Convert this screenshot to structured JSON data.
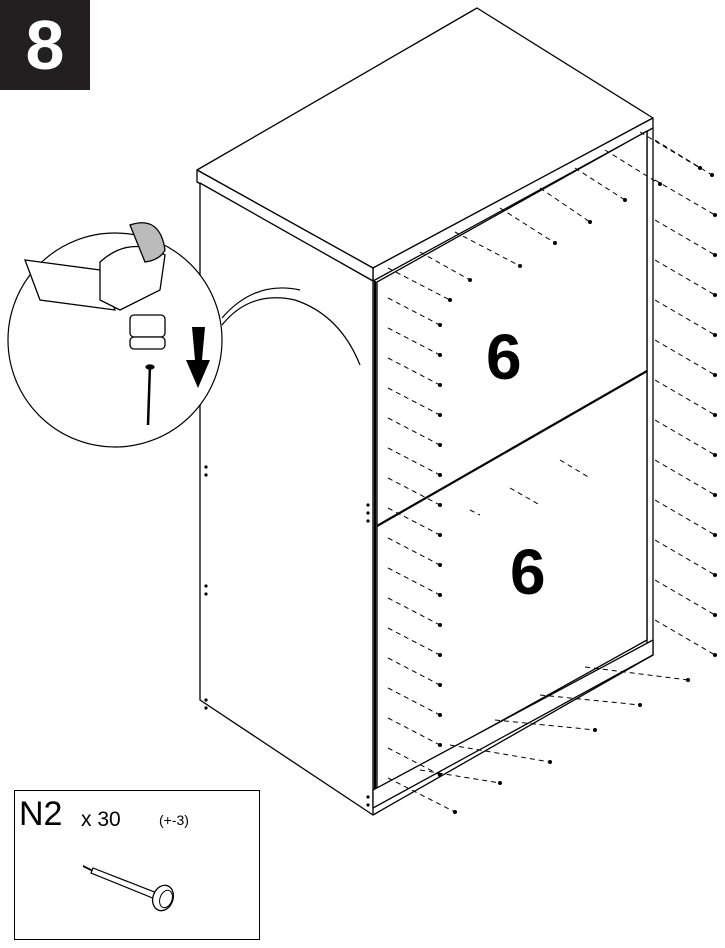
{
  "step": {
    "number": "8"
  },
  "panels": [
    {
      "label": "6"
    },
    {
      "label": "6"
    }
  ],
  "parts": {
    "code": "N2",
    "quantity": "x 30",
    "spare": "(+-3)",
    "icon": "nail-icon"
  },
  "icons": {
    "hammer": "hammer-icon",
    "arrow": "arrow-down-icon",
    "nail": "nail-icon"
  },
  "colors": {
    "badge_bg": "#231f20",
    "badge_text": "#ffffff",
    "line": "#000000"
  }
}
